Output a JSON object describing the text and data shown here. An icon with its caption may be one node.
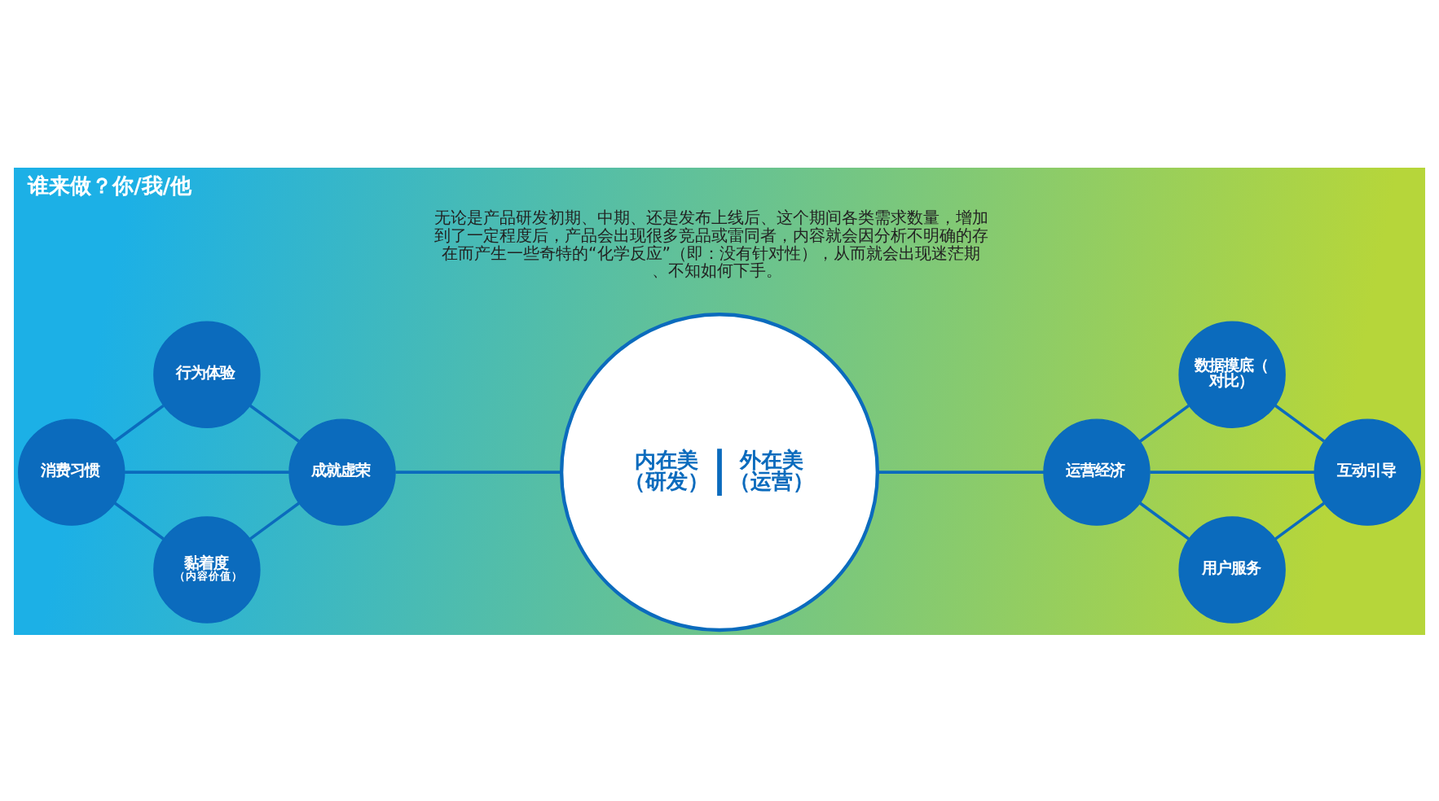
{
  "diagram": {
    "title": "谁来做？你/我/他",
    "nodes": [
      {
        "text": [
          "行为体验"
        ]
      },
      {
        "text": [
          "消费习惯"
        ]
      },
      {
        "text": [
          "成就虚荣"
        ]
      },
      {
        "text": [
          "黏着度",
          "（内容价值）"
        ]
      },
      {
        "text": [
          "内在美（研发）",
          "外在美（运营）"
        ]
      },
      {
        "text": [
          "数据摸底（对比）"
        ]
      },
      {
        "text": [
          "运营经济"
        ]
      },
      {
        "text": [
          "互动引导"
        ]
      },
      {
        "text": [
          "用户服务"
        ]
      }
    ],
    "edges": [
      {
        "from": 1,
        "to": 0,
        "arrow": "none"
      },
      {
        "from": 0,
        "to": 2,
        "arrow": "none"
      },
      {
        "from": 1,
        "to": 3,
        "arrow": "none"
      },
      {
        "from": 3,
        "to": 2,
        "arrow": "none"
      },
      {
        "from": 1,
        "to": 2,
        "arrow": "none"
      },
      {
        "from": 2,
        "to": 4,
        "arrow": "none"
      },
      {
        "from": 4,
        "to": 6,
        "arrow": "none"
      },
      {
        "from": 6,
        "to": 5,
        "arrow": "none"
      },
      {
        "from": 5,
        "to": 7,
        "arrow": "none"
      },
      {
        "from": 6,
        "to": 8,
        "arrow": "none"
      },
      {
        "from": 8,
        "to": 7,
        "arrow": "none"
      },
      {
        "from": 6,
        "to": 7,
        "arrow": "none"
      }
    ],
    "labels": [
      "无论是产品研发初期、中期、还是发布上线后、这个期间各类需求数量，增加到了一定程度后，产品会出现很多竞品或雷同者，内容就会因分析不明确的存在而产生一些奇特的“化学反应”（即：没有针对性），从而就会出现迷茫期、不知如何下手。"
    ]
  }
}
